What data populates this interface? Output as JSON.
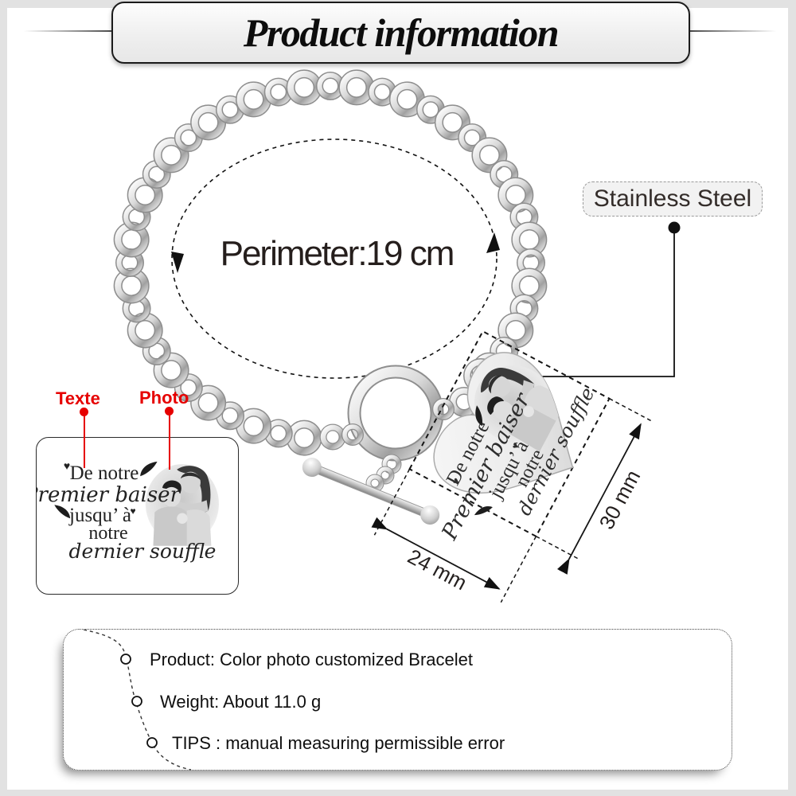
{
  "header": {
    "title": "Product information"
  },
  "bracelet": {
    "perimeter_label": "Perimeter:19 cm",
    "material_label": "Stainless Steel",
    "metal_color": "#c9c9c9"
  },
  "dimensions": {
    "width_label": "24 mm",
    "height_label": "30 mm"
  },
  "engraving": {
    "text_callout": "Texte",
    "photo_callout": "Photo",
    "callout_color": "#e60000",
    "engraving_color": "#2d2d2d",
    "lines": [
      "De notre",
      "Premier baiser",
      "jusqu’ à",
      "notre",
      "dernier souffle"
    ]
  },
  "specs": {
    "items": [
      "Product: Color photo customized Bracelet",
      "Weight: About 11.0 g",
      "TIPS : manual measuring permissible error"
    ]
  }
}
